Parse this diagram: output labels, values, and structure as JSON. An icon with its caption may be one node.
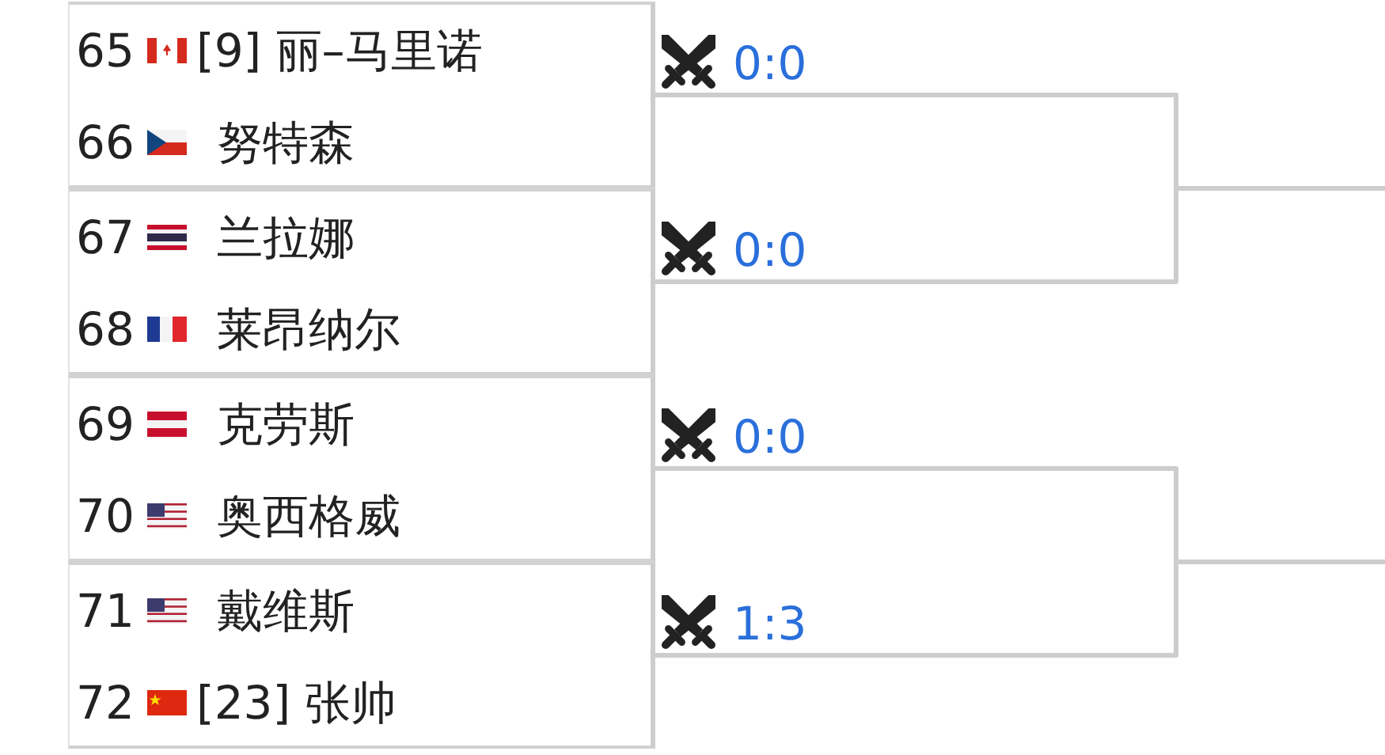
{
  "diagram": {
    "nodes": [
      {
        "text": [
          "65",
          "[9] 丽–马里诺",
          "66",
          "努特森"
        ]
      },
      {
        "text": [
          "67",
          "兰拉娜",
          "68",
          "莱昂纳尔"
        ]
      },
      {
        "text": [
          "69",
          "克劳斯",
          "70",
          "奥西格威"
        ]
      },
      {
        "text": [
          "71",
          "戴维斯",
          "72",
          "[23] 张帅"
        ]
      }
    ],
    "edges": [
      {
        "from": 0,
        "to": null,
        "arrow": "none",
        "label": "0:0"
      },
      {
        "from": 1,
        "to": null,
        "arrow": "none",
        "label": "0:0"
      },
      {
        "from": 2,
        "to": null,
        "arrow": "none",
        "label": "0:0"
      },
      {
        "from": 3,
        "to": null,
        "arrow": "none",
        "label": "1:3"
      }
    ]
  }
}
